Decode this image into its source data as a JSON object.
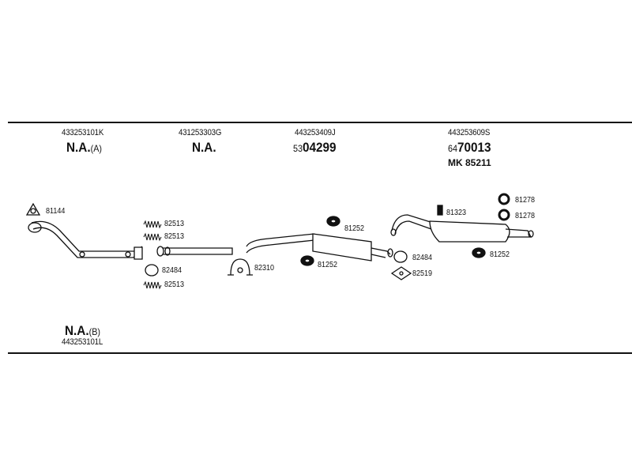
{
  "header_parts": [
    {
      "part_no": "433253101K",
      "status": "N.A.",
      "status_suffix": "(A)"
    },
    {
      "part_no": "431253303G",
      "status": "N.A."
    },
    {
      "part_no": "443253409J",
      "code_prefix": "53",
      "code": "04299"
    },
    {
      "part_no": "443253609S",
      "code_prefix": "64",
      "code": "70013",
      "extra": "MK  85211"
    }
  ],
  "footer_part": {
    "status": "N.A.",
    "status_suffix": "(B)",
    "part_no": "443253101L"
  },
  "part_labels": {
    "gasket_front": "81144",
    "spring_1": "82513",
    "spring_2": "82513",
    "ring_front": "82484",
    "spring_3": "82513",
    "clamp": "82310",
    "hanger_mid_top": "81252",
    "hanger_mid_bottom": "81252",
    "ring_rear": "82484",
    "flange_gasket": "82519",
    "bump_stop": "81323",
    "ring_top_1": "81278",
    "ring_top_2": "81278",
    "hanger_rear": "81252"
  }
}
